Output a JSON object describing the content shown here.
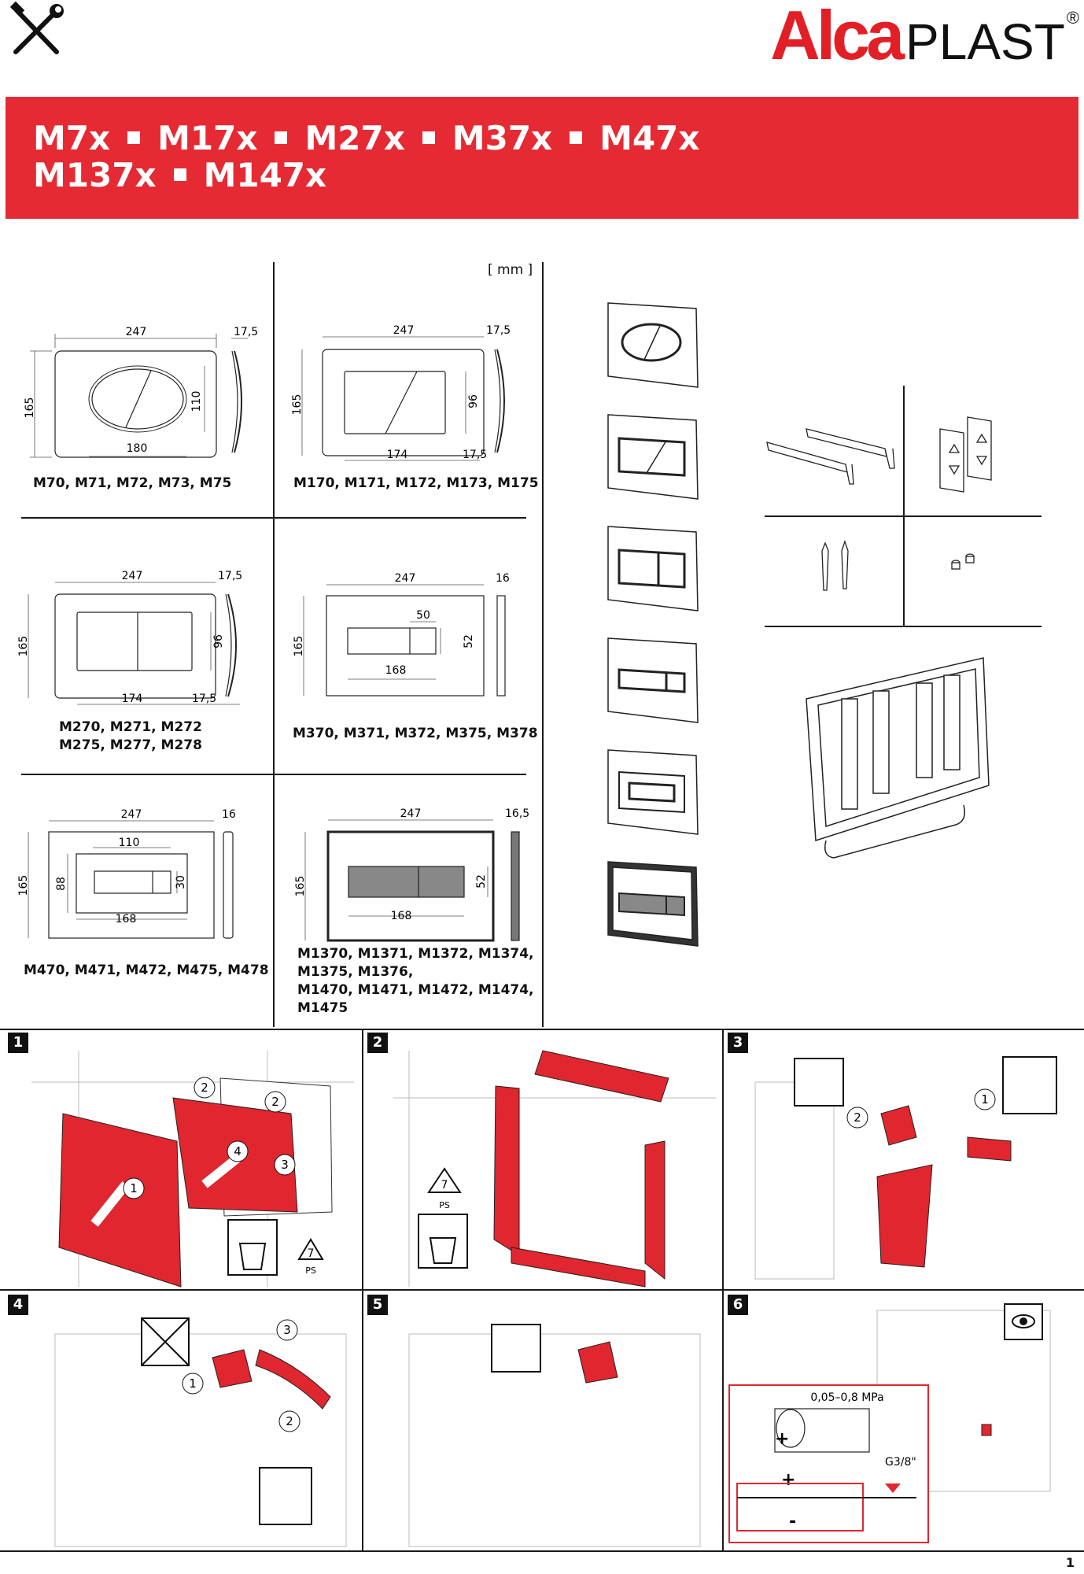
{
  "header": {
    "brand_alca": "Alca",
    "brand_plast": "PLAST",
    "brand_reg": "®",
    "tools_icon": "tools-icon"
  },
  "banner": {
    "line1": [
      "M7x",
      "M17x",
      "M27x",
      "M37x",
      "M47x"
    ],
    "line2": [
      "M137x",
      "M147x"
    ],
    "color": "#e52a33"
  },
  "dimensions": {
    "units": "[ mm ]",
    "models": [
      {
        "label": "M70, M71, M72, M73, M75",
        "w": "247",
        "h": "165",
        "d": "17,5",
        "inner_h": "110",
        "inner_w": "180"
      },
      {
        "label": "M170, M171, M172, M173, M175",
        "w": "247",
        "h": "165",
        "d": "17,5",
        "inner_h": "96",
        "inner_w": "174",
        "d2": "17,5"
      },
      {
        "label_line1": "M270, M271, M272",
        "label_line2": "M275, M277, M278",
        "w": "247",
        "h": "165",
        "d": "17,5",
        "inner_h": "96",
        "inner_w": "174",
        "d2": "17,5"
      },
      {
        "label": "M370, M371, M372, M375, M378",
        "w": "247",
        "h": "165",
        "d": "16",
        "btn": "50",
        "inner_h": "52",
        "inner_w": "168"
      },
      {
        "label": "M470, M471, M472, M475, M478",
        "w": "247",
        "h": "165",
        "d": "16",
        "outer_btn_w": "110",
        "inner_h": "30",
        "outer_h": "88",
        "inner_w": "168"
      },
      {
        "label_lines": [
          "M1370, M1371, M1372, M1374,",
          "M1375, M1376,",
          "M1470, M1471, M1472, M1474,",
          "M1475"
        ],
        "w": "247",
        "h": "165",
        "d": "16,5",
        "inner_h": "52",
        "inner_w": "168"
      }
    ]
  },
  "steps": {
    "numbers": [
      "1",
      "2",
      "3",
      "4",
      "5",
      "6"
    ],
    "step1": {
      "callouts": [
        "2",
        "2",
        "4",
        "3",
        "1"
      ],
      "recycle": "7",
      "recycle_label": "PS"
    },
    "step2": {
      "recycle": "7",
      "recycle_label": "PS"
    },
    "step3": {
      "callouts": [
        "2",
        "1"
      ]
    },
    "step4": {
      "callouts": [
        "3",
        "1",
        "2"
      ]
    },
    "step6": {
      "pressure": "0,05–0,8 MPa",
      "thread": "G3/8\"",
      "plus": "+",
      "minus": "-"
    }
  },
  "footer": {
    "page": "1"
  },
  "colors": {
    "accent": "#e52a33",
    "line": "#1a1a1a",
    "red_part": "#e0262e"
  }
}
